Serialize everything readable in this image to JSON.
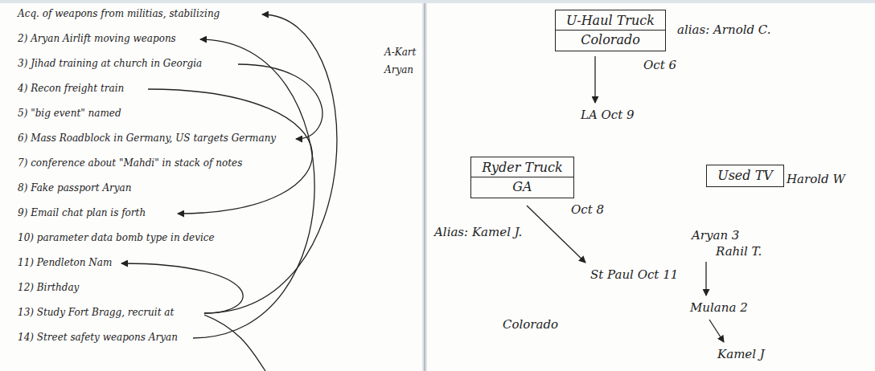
{
  "diagram": {
    "nodes": [
      {
        "text": [
          "U-Haul Truck",
          "Colorado"
        ]
      },
      {
        "text": [
          "Ryder Truck",
          "GA"
        ]
      },
      {
        "text": [
          "Used TV"
        ]
      }
    ],
    "labels": [
      "Acq. of weapons from militias, stabilizing",
      "2) Aryan Airlift moving weapons",
      "3) Jihad training at church in Georgia",
      "4) Recon freight train",
      "5) \"big event\" named",
      "6) Mass Roadblock in Germany, US targets Germany",
      "7) conference about \"Mahdi\" in stack of notes",
      "8) Fake passport Aryan",
      "9) Email chat plan is forth",
      "10) parameter data bomb type in device",
      "11) Pendleton Nam",
      "12) Birthday",
      "13) Study Fort Bragg, recruit at",
      "14) Street safety weapons Aryan",
      "A-Kart",
      "Aryan",
      "Oct 6",
      "alias: Arnold C.",
      "LA Oct 9",
      "Oct 8",
      "Alias: Kamel J.",
      "St Paul Oct 11",
      "Harold W",
      "Aryan 3",
      "Rahil T.",
      "Mulana 2",
      "Kamel J",
      "Colorado"
    ]
  }
}
